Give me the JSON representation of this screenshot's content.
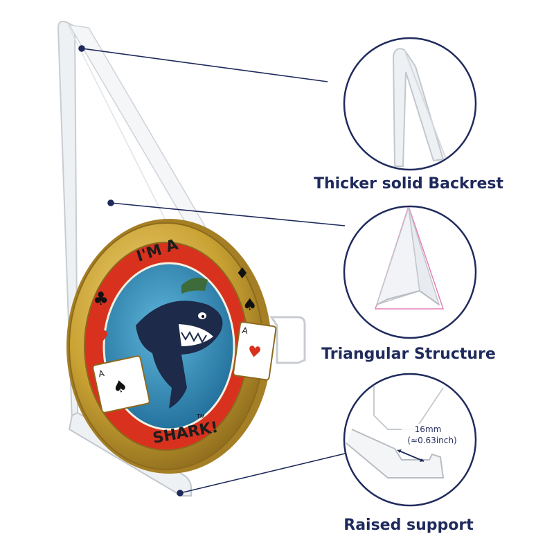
{
  "coin": {
    "top_text": "I'M A",
    "bottom_text": "SHARK!",
    "trademark": "TM",
    "card_rank": "A"
  },
  "callouts": [
    {
      "caption": "Thicker solid Backrest"
    },
    {
      "caption": "Triangular Structure"
    },
    {
      "caption": "Raised support"
    }
  ],
  "measurement": {
    "metric": "16mm",
    "imperial": "(≈0.63inch)"
  },
  "colors": {
    "callout_line": "#1f2a5c",
    "circle_border": "#1f2a5c",
    "coin_gold": "#c9a233",
    "coin_red": "#d8321f",
    "coin_blue": "#2c7fae",
    "acrylic_edge": "#c8ccd2",
    "triangle_outline": "#e57fb5"
  }
}
